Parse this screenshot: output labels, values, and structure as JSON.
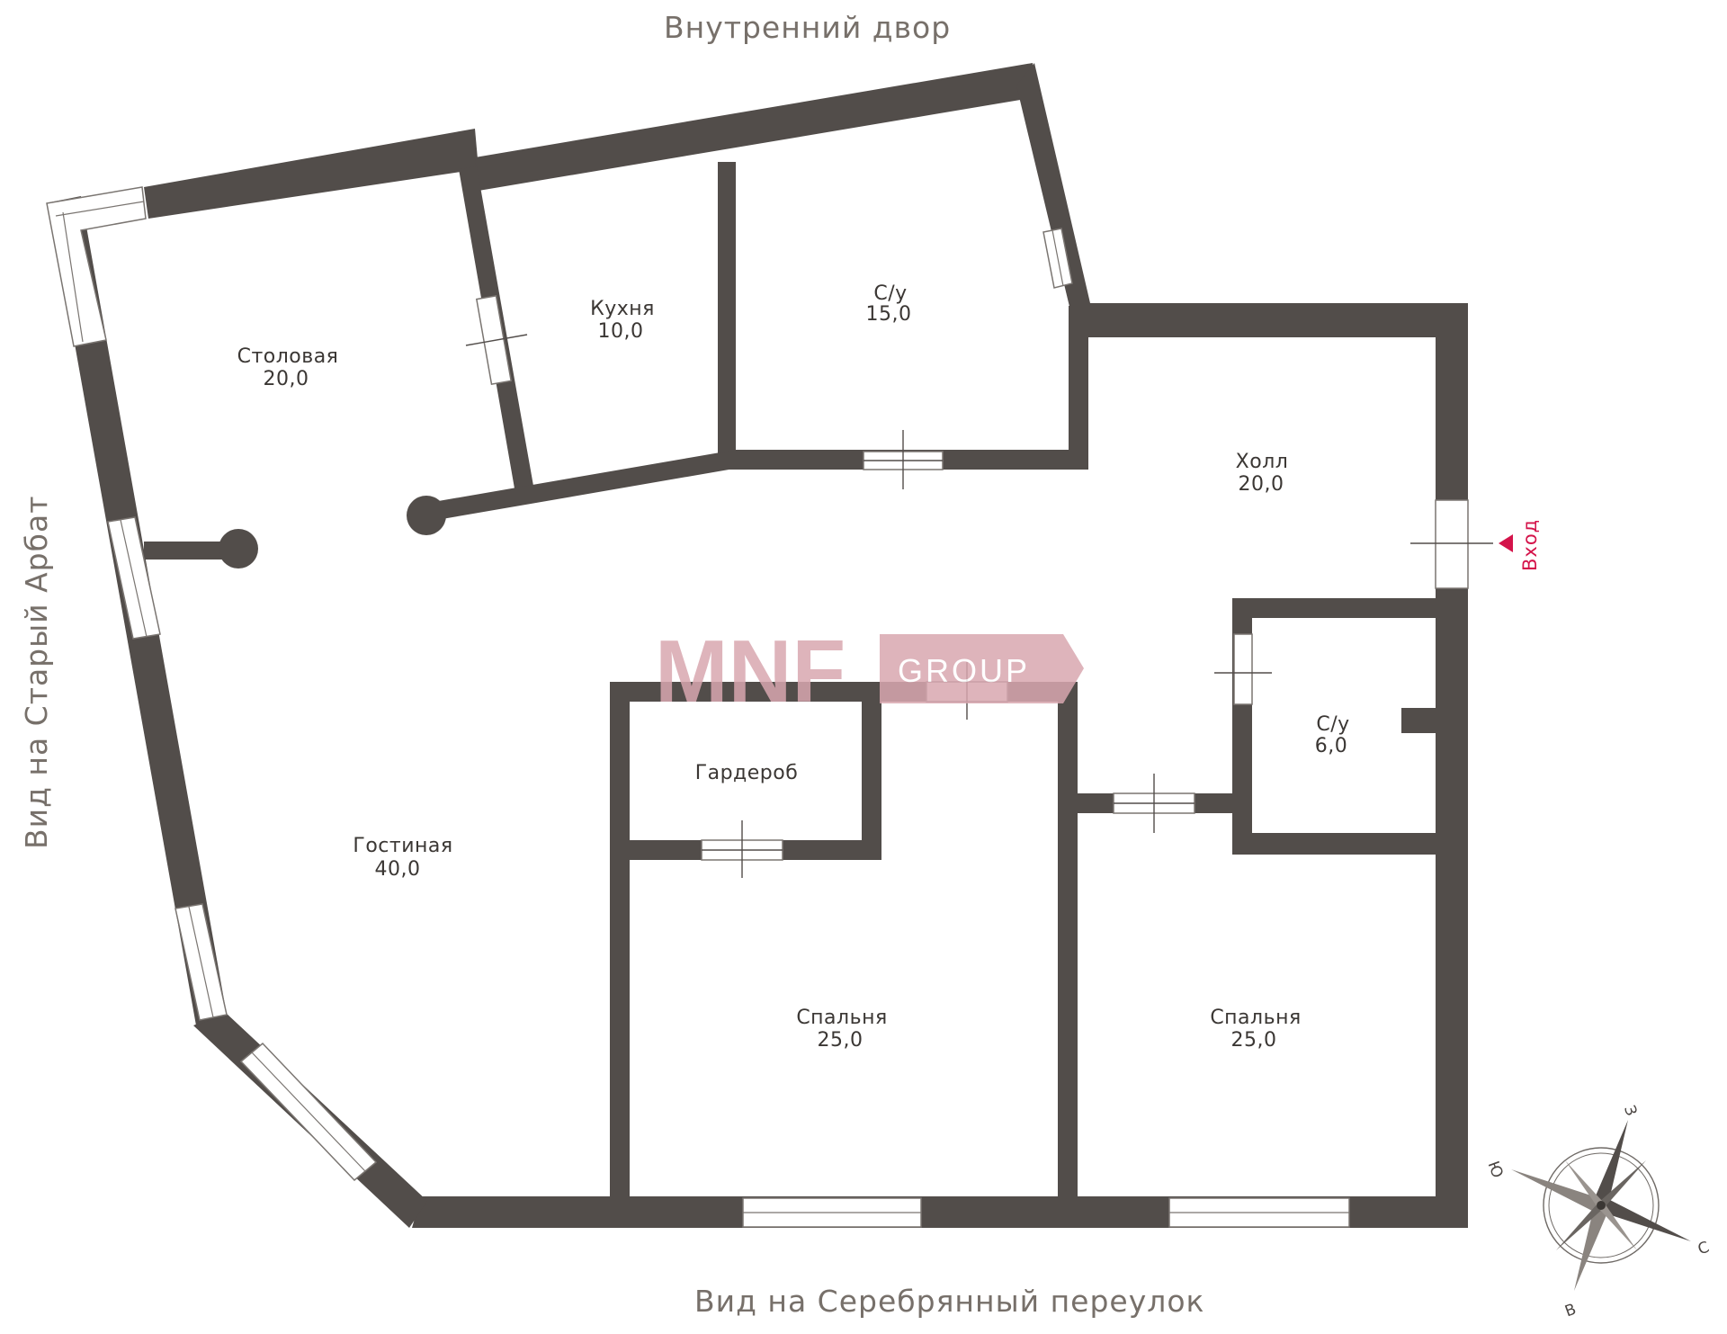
{
  "labels": {
    "top": "Внутренний  двор",
    "left": "Вид на Старый Арбат",
    "bottom": "Вид на Серебрянный переулок",
    "entrance": "Вход"
  },
  "rooms": [
    {
      "name": "Столовая",
      "area": "20,0"
    },
    {
      "name": "Кухня",
      "area": "10,0"
    },
    {
      "name": "С/у",
      "area": "15,0"
    },
    {
      "name": "Холл",
      "area": "20,0"
    },
    {
      "name": "С/у",
      "area": "6,0"
    },
    {
      "name": "Гардероб",
      "area": ""
    },
    {
      "name": "Гостиная",
      "area": "40,0"
    },
    {
      "name": "Спальня",
      "area": "25,0"
    },
    {
      "name": "Спальня",
      "area": "25,0"
    }
  ],
  "logo": {
    "mark": "MNF",
    "word": "GROUP",
    "color": "#d9a7b0"
  },
  "compass": {
    "n": "З",
    "e": "С",
    "s": "В",
    "w": "Ю"
  },
  "colors": {
    "wall": "#524d4a",
    "entrance": "#d4134a"
  }
}
